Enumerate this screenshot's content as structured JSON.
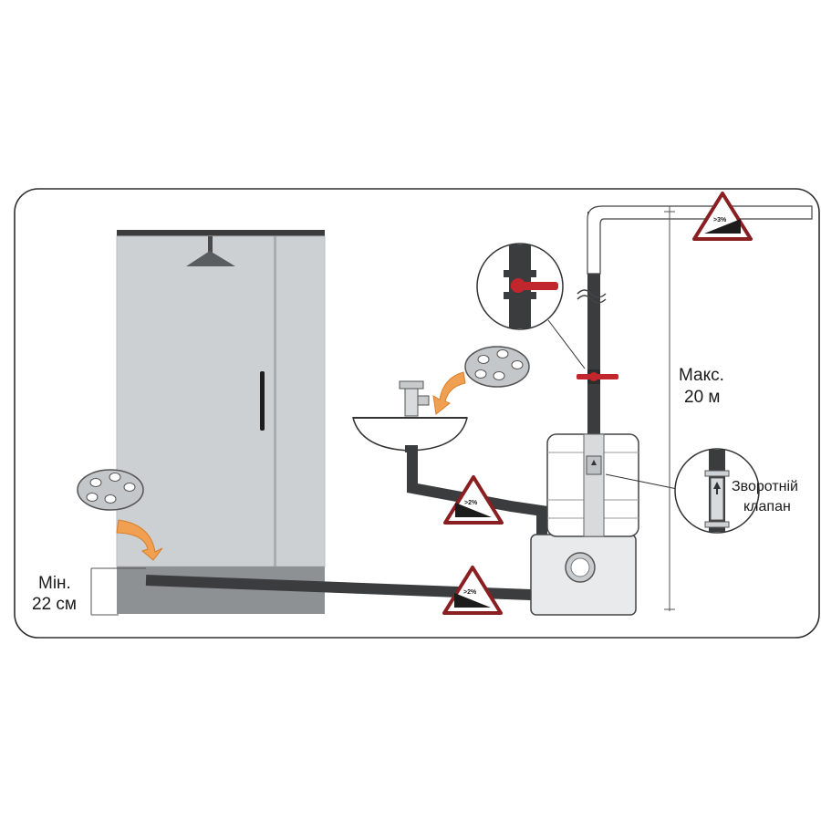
{
  "labels": {
    "max_height_line1": "Макс.",
    "max_height_line2": "20 м",
    "min_height_line1": "Мін.",
    "min_height_line2": "22 см",
    "check_valve_line1": "Зворотній",
    "check_valve_line2": "клапан"
  },
  "slope_signs": {
    "top": ">3%",
    "sink_pipe": ">2%",
    "shower_pipe": ">2%"
  },
  "colors": {
    "pipe": "#3a3c3e",
    "shower_panel": "#cdd0d2",
    "valve_handle": "#c0262c",
    "arrow": "#f0a050",
    "sign_border": "#8a1f22"
  },
  "icons": [
    "shower-head-icon",
    "drain-grate-icon",
    "faucet-icon",
    "ball-valve-icon",
    "check-valve-icon",
    "curved-arrow-icon",
    "warning-triangle-icon"
  ]
}
